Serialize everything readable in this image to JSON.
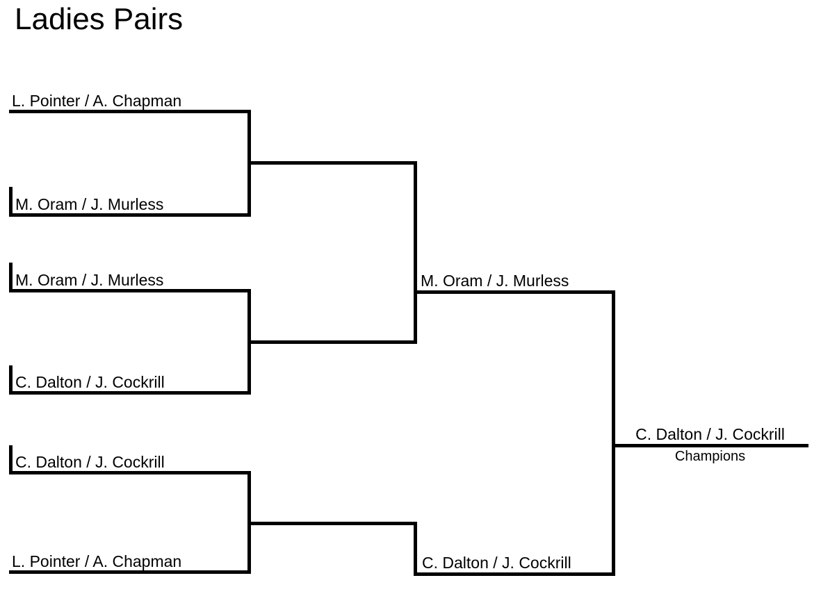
{
  "title": "Ladies Pairs",
  "bracket": {
    "round1_matches": [
      {
        "team1": "L. Pointer / A. Chapman",
        "team2": "M. Oram / J. Murless"
      },
      {
        "team1": "M. Oram / J. Murless",
        "team2": "C. Dalton / J. Cockrill"
      },
      {
        "team1": "C. Dalton / J. Cockrill",
        "team2": "L. Pointer / A. Chapman"
      }
    ],
    "semifinal_winner_top": "M. Oram / J. Murless",
    "semifinal_winner_bottom": "C. Dalton / J. Cockrill",
    "final_winner": "C. Dalton / J. Cockrill",
    "champions_label": "Champions"
  },
  "colors": {
    "line": "#000000",
    "text": "#000000",
    "background": "#ffffff"
  }
}
